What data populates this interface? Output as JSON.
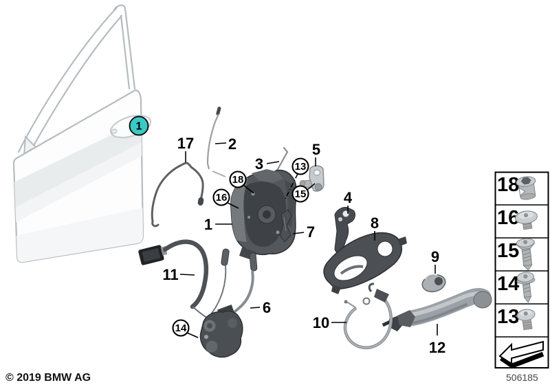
{
  "footer": {
    "copyright": "© 2019 BMW AG",
    "diagram_number": "506185"
  },
  "colors": {
    "highlight": "#3BC9C3"
  },
  "door_marker": {
    "label": "1"
  },
  "callouts": [
    {
      "label": "17",
      "circled": false
    },
    {
      "label": "2",
      "circled": false
    },
    {
      "label": "3",
      "circled": false
    },
    {
      "label": "5",
      "circled": false
    },
    {
      "label": "13",
      "circled": true
    },
    {
      "label": "18",
      "circled": true
    },
    {
      "label": "16",
      "circled": true
    },
    {
      "label": "15",
      "circled": true
    },
    {
      "label": "1",
      "circled": false
    },
    {
      "label": "7",
      "circled": false
    },
    {
      "label": "4",
      "circled": false
    },
    {
      "label": "8",
      "circled": false
    },
    {
      "label": "9",
      "circled": false
    },
    {
      "label": "11",
      "circled": false
    },
    {
      "label": "6",
      "circled": false
    },
    {
      "label": "14",
      "circled": true
    },
    {
      "label": "10",
      "circled": false
    },
    {
      "label": "12",
      "circled": false
    }
  ],
  "legend": {
    "rows": [
      {
        "label": "18",
        "icon": "rivet-nut-icon"
      },
      {
        "label": "16",
        "icon": "dome-head-screw-icon"
      },
      {
        "label": "15",
        "icon": "countersunk-screw-icon"
      },
      {
        "label": "14",
        "icon": "pan-head-screw-icon"
      },
      {
        "label": "13",
        "icon": "button-head-screw-icon"
      }
    ],
    "direction_icon": "direction-arrow-icon"
  }
}
